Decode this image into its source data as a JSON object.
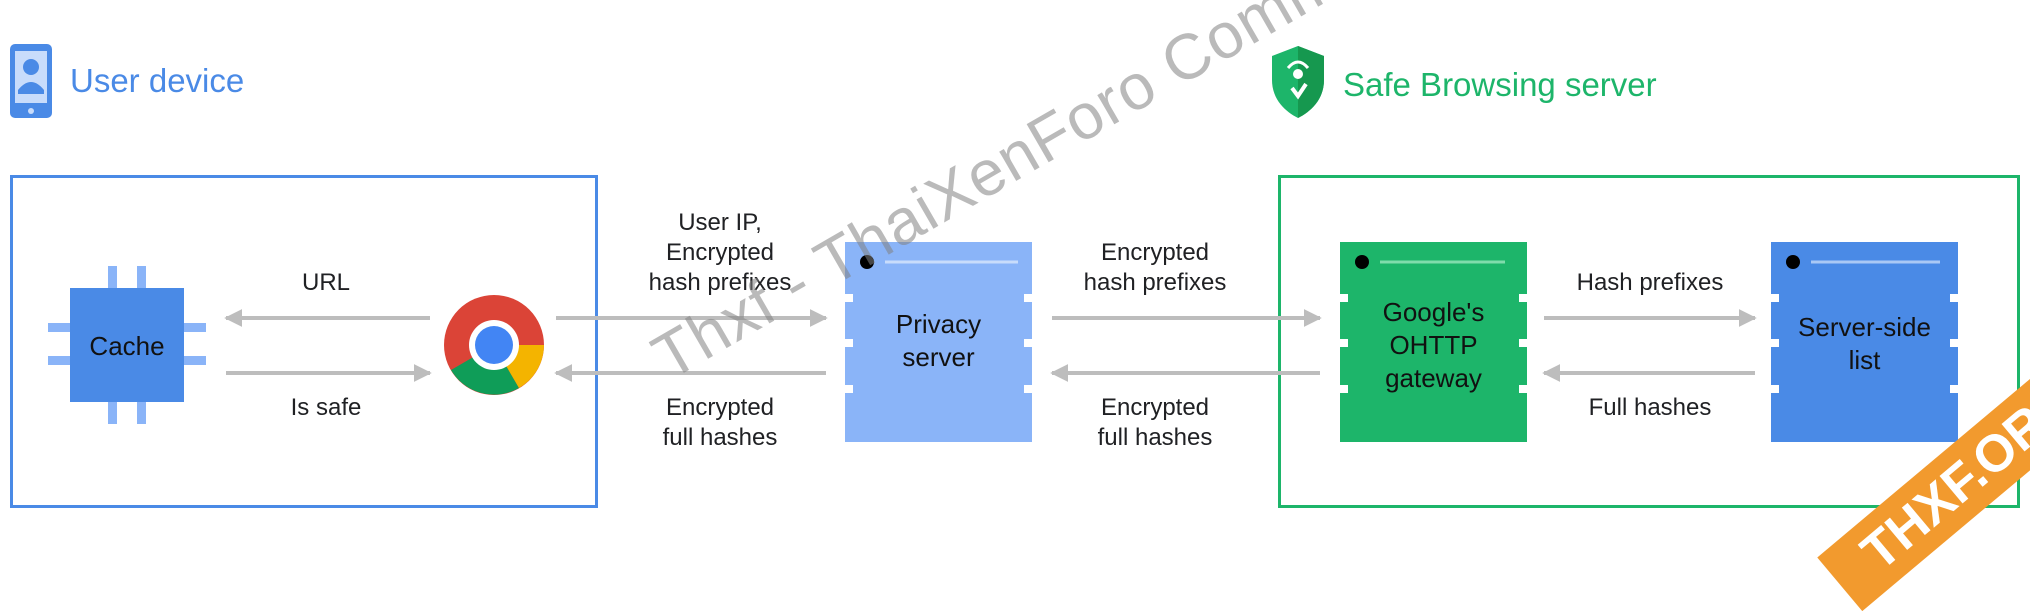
{
  "titles": {
    "user_device": "User device",
    "safe_browsing_server": "Safe Browsing server"
  },
  "nodes": {
    "cache": "Cache",
    "privacy_server_line1": "Privacy",
    "privacy_server_line2": "server",
    "gateway_line1": "Google's",
    "gateway_line2": "OHTTP",
    "gateway_line3": "gateway",
    "server_list_line1": "Server-side",
    "server_list_line2": "list"
  },
  "edges": {
    "url": "URL",
    "is_safe": "Is safe",
    "user_ip_line1": "User IP,",
    "user_ip_line2": "Encrypted",
    "user_ip_line3": "hash prefixes",
    "enc_full_a_line1": "Encrypted",
    "enc_full_a_line2": "full hashes",
    "enc_prefix_line1": "Encrypted",
    "enc_prefix_line2": "hash prefixes",
    "enc_full_b_line1": "Encrypted",
    "enc_full_b_line2": "full hashes",
    "hash_prefixes": "Hash prefixes",
    "full_hashes": "Full hashes"
  },
  "watermark": "Thxf - ThaiXenForo Community",
  "stamp": "THXF.ORG",
  "colors": {
    "blue": "#4a8ae6",
    "green": "#1db56a",
    "light_blue": "#8ab4f8",
    "arrow": "#bdbdbd"
  }
}
